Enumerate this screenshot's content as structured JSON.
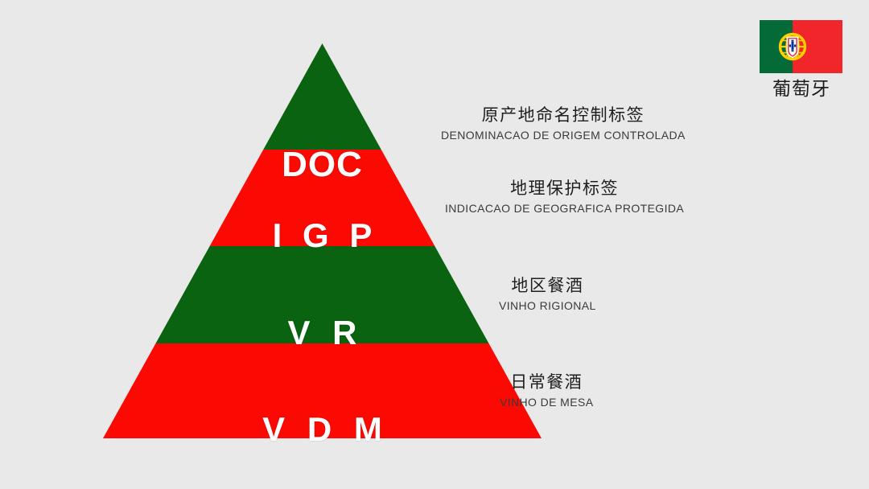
{
  "background_color": "#e9e9e9",
  "colors": {
    "green": "#0a6310",
    "red": "#fb0a04",
    "text": "#1f1f1f",
    "tier_text": "#fdfdfd",
    "flag_green": "#046a38",
    "flag_red": "#f0262b",
    "flag_gold": "#ffd000"
  },
  "pyramid": {
    "tiers": [
      {
        "code": "DOC",
        "color": "green",
        "zh": "原产地命名控制标签",
        "pt": "DENOMINACAO DE ORIGEM CONTROLADA"
      },
      {
        "code": "I G P",
        "color": "red",
        "zh": "地理保护标签",
        "pt": "INDICACAO DE GEOGRAFICA PROTEGIDA"
      },
      {
        "code": "V R",
        "color": "green",
        "zh": "地区餐酒",
        "pt": "VINHO RIGIONAL"
      },
      {
        "code": "V D M",
        "color": "red",
        "zh": "日常餐酒",
        "pt": "VINHO DE MESA"
      }
    ]
  },
  "flag": {
    "country_zh": "葡萄牙",
    "icon": "portugal-flag-icon"
  }
}
